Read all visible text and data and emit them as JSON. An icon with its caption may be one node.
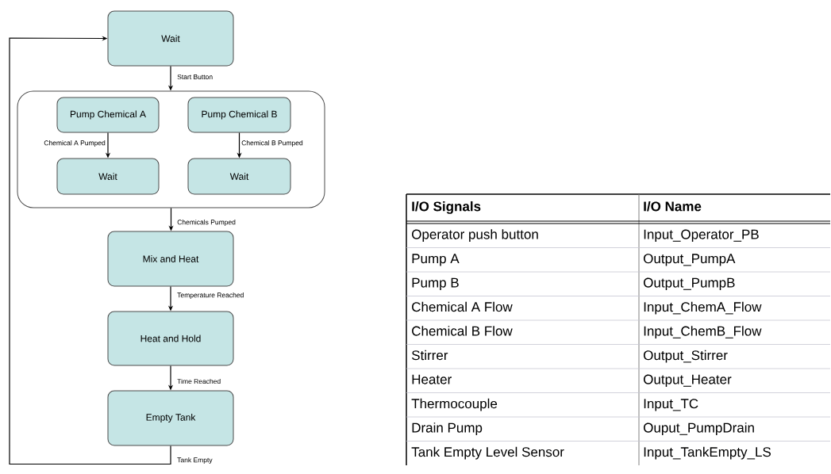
{
  "diagram": {
    "nodes": [
      {
        "text": [
          "Wait"
        ]
      },
      {
        "text": [],
        "shape": "box"
      },
      {
        "text": [
          "Pump Chemical A"
        ],
        "in": 1
      },
      {
        "text": [
          "Pump Chemical B"
        ],
        "in": 1
      },
      {
        "text": [
          "Wait"
        ],
        "in": 1
      },
      {
        "text": [
          "Wait"
        ],
        "in": 1
      },
      {
        "text": [
          "Mix and Heat"
        ]
      },
      {
        "text": [
          "Heat and Hold"
        ]
      },
      {
        "text": [
          "Empty Tank"
        ]
      }
    ],
    "edges": [
      {
        "from": 0,
        "to": 1,
        "arrow": "to",
        "label": "Start Button"
      },
      {
        "from": 2,
        "to": 4,
        "arrow": "to",
        "label": "Chemical A Pumped"
      },
      {
        "from": 3,
        "to": 5,
        "arrow": "to",
        "label": "Chemical B Pumped"
      },
      {
        "from": 1,
        "to": 6,
        "arrow": "to",
        "label": "Chemicals Pumped"
      },
      {
        "from": 6,
        "to": 7,
        "arrow": "to",
        "label": "Temperature Reached"
      },
      {
        "from": 7,
        "to": 8,
        "arrow": "to",
        "label": "Time Reached"
      },
      {
        "from": 8,
        "to": 0,
        "arrow": "to",
        "label": "Tank Empty"
      }
    ],
    "labels": [
      "I/O Signals",
      "I/O Name",
      "Operator push button",
      "Input_Operator_PB",
      "Pump A",
      "Output_PumpA",
      "Pump B",
      "Output_PumpB",
      "Chemical A Flow",
      "Input_ChemA_Flow",
      "Chemical B Flow",
      "Input_ChemB_Flow",
      "Stirrer",
      "Output_Stirrer",
      "Heater",
      "Output_Heater",
      "Thermocouple",
      "Input_TC",
      "Drain Pump",
      "Ouput_PumpDrain",
      "Tank Empty Level Sensor",
      "Input_TankEmpty_LS"
    ]
  }
}
